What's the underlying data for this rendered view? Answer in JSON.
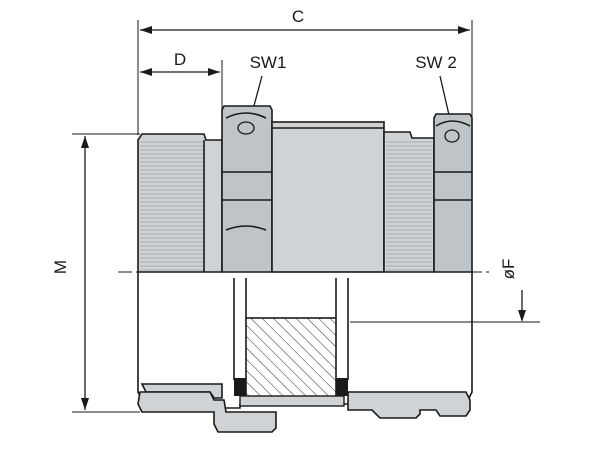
{
  "labels": {
    "C": "C",
    "D": "D",
    "SW1": "SW1",
    "SW2": "SW 2",
    "M": "M",
    "F": "øF"
  },
  "colors": {
    "metal": "#cfd3d6",
    "metal_dark": "#bfc4c8",
    "seal": "#b8bcc0",
    "line": "#1a1a1a"
  }
}
